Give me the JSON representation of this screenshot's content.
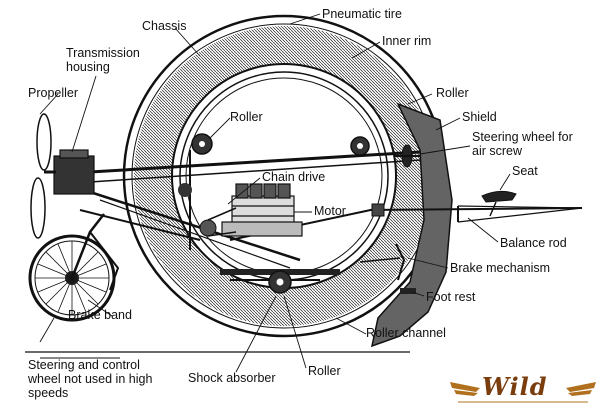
{
  "labels": {
    "pneumatic_tire": "Pneumatic tire",
    "chassis": "Chassis",
    "inner_rim": "Inner rim",
    "transmission_housing": "Transmission housing",
    "propeller": "Propeller",
    "roller_top_right": "Roller",
    "roller_top": "Roller",
    "shield": "Shield",
    "steering_wheel_air_screw": "Steering wheel for air screw",
    "seat": "Seat",
    "chain_drive": "Chain drive",
    "motor": "Motor",
    "balance_rod": "Balance rod",
    "brake_mechanism": "Brake mechanism",
    "foot_rest": "Foot rest",
    "brake_band": "Brake band",
    "roller_channel": "Roller channel",
    "steering_control": "Steering and control wheel not used in high speeds",
    "shock_absorber": "Shock absorber",
    "roller_bottom": "Roller"
  },
  "logo": {
    "text": "Wild"
  }
}
